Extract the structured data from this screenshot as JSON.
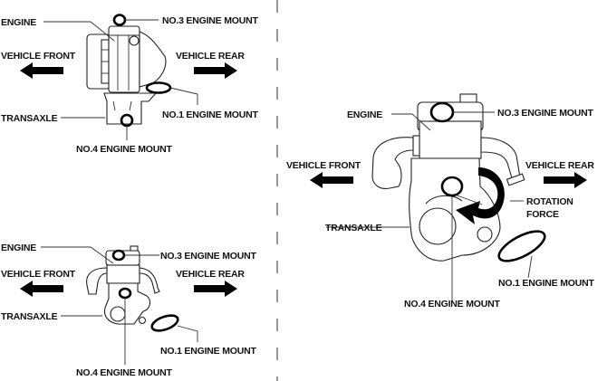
{
  "diagram": {
    "divider": "dashed-vertical",
    "views": [
      {
        "id": "top-left",
        "labels": {
          "engine": "ENGINE",
          "vehicle_front": "VEHICLE FRONT",
          "vehicle_rear": "VEHICLE REAR",
          "transaxle": "TRANSAXLE",
          "mount3": "NO.3 ENGINE MOUNT",
          "mount1": "NO.1 ENGINE MOUNT",
          "mount4": "NO.4 ENGINE MOUNT"
        }
      },
      {
        "id": "bottom-left",
        "labels": {
          "engine": "ENGINE",
          "vehicle_front": "VEHICLE FRONT",
          "vehicle_rear": "VEHICLE REAR",
          "transaxle": "TRANSAXLE",
          "mount3": "NO.3 ENGINE MOUNT",
          "mount1": "NO.1 ENGINE MOUNT",
          "mount4": "NO.4 ENGINE MOUNT"
        }
      },
      {
        "id": "right",
        "labels": {
          "engine": "ENGINE",
          "vehicle_front": "VEHICLE FRONT",
          "vehicle_rear": "VEHICLE REAR",
          "transaxle": "TRANSAXLE",
          "mount3": "NO.3 ENGINE MOUNT",
          "mount1": "NO.1 ENGINE MOUNT",
          "mount4": "NO.4 ENGINE MOUNT",
          "rotation_line1": "ROTATION",
          "rotation_line2": "FORCE"
        }
      }
    ]
  }
}
